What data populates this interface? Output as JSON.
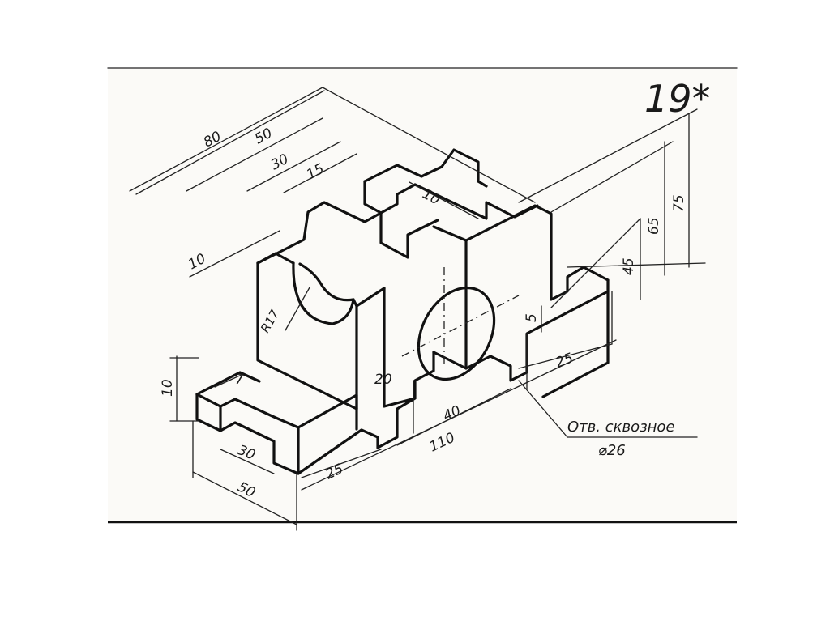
{
  "sheet": {
    "number": "19*",
    "note_line1": "Отв. сквозное",
    "note_line2": "⌀26"
  },
  "dimensions": {
    "d80": "80",
    "d50_top": "50",
    "d30_top": "30",
    "d15": "15",
    "d10_slot": "10",
    "d10_left": "10",
    "d75": "75",
    "d65": "65",
    "d45": "45",
    "d5": "5",
    "d25_right": "25",
    "d20": "20",
    "d40": "40",
    "d110": "110",
    "d25_bottom": "25",
    "d50_bottom": "50",
    "d30_bottom": "30",
    "d10_vert": "10",
    "d7": "7",
    "r17": "R17"
  }
}
